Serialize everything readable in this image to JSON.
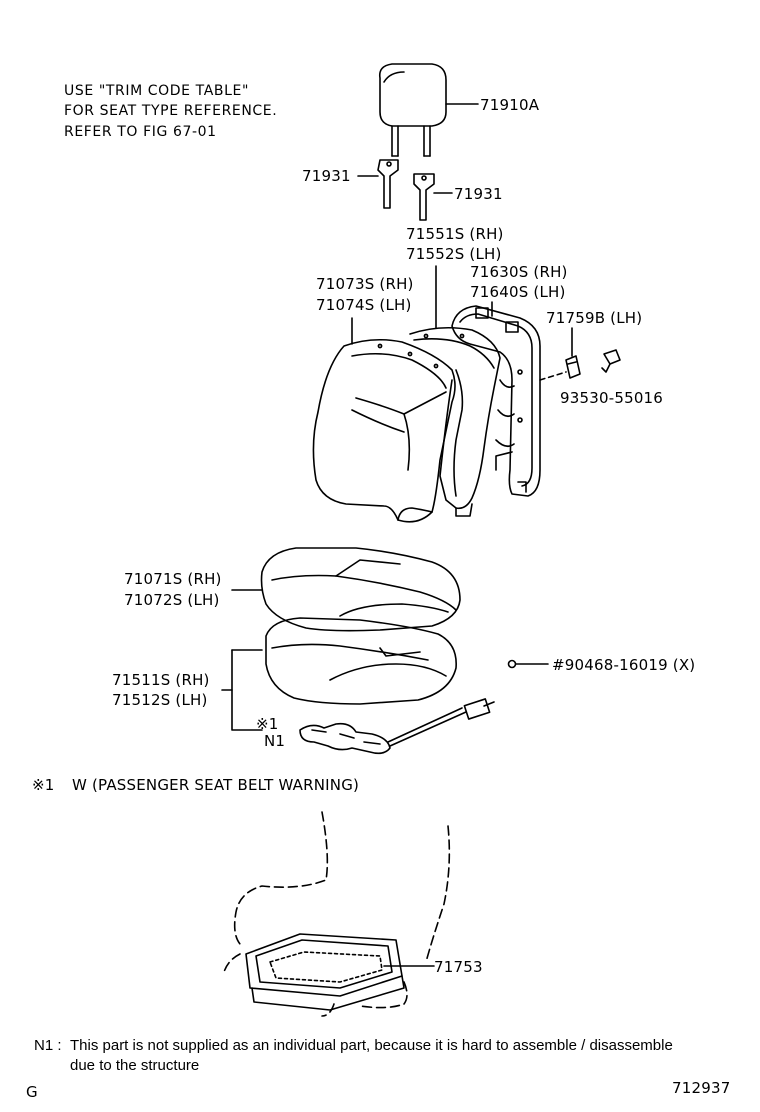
{
  "notes": {
    "line1": "USE \"TRIM CODE TABLE\"",
    "line2": "FOR SEAT TYPE REFERENCE.",
    "line3": "REFER TO FIG 67-01"
  },
  "parts": {
    "headrest": "71910A",
    "support_left": "71931",
    "support_right": "71931",
    "pad_back_rh": "71551S (RH)",
    "pad_back_lh": "71552S (LH)",
    "frame_rh": "71630S (RH)",
    "frame_lh": "71640S (LH)",
    "cover_back_rh": "71073S (RH)",
    "cover_back_lh": "71074S (LH)",
    "hinge_cover": "71759B (LH)",
    "clip": "93530-55016",
    "cover_cushion_rh": "71071S (RH)",
    "cover_cushion_lh": "71072S (LH)",
    "pad_cushion_rh": "71511S (RH)",
    "pad_cushion_lh": "71512S (LH)",
    "hog_ring": "#90468-16019 (X)",
    "mark1": "※1",
    "n1": "N1",
    "undercover": "71753"
  },
  "legend": {
    "mark1_key": "※1",
    "mark1_text": "W (PASSENGER  SEAT  BELT  WARNING)"
  },
  "footnote": {
    "key": "N1 :",
    "line1": "This part is not supplied as an individual part, because it is hard to assemble / disassemble",
    "line2": "due to the structure"
  },
  "corner": {
    "left": "G",
    "figure_id": "712937"
  }
}
